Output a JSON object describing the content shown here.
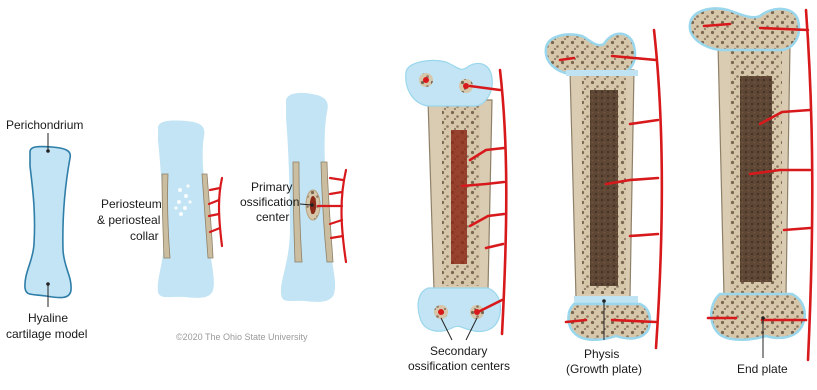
{
  "colors": {
    "cartilage": "#bfe3f3",
    "cartilage_edge": "#3a86ad",
    "bone_collar": "#d8ccb4",
    "bone_collar_edge": "#8f8068",
    "marrow": "#5a4535",
    "marrow_red": "#8c2a1a",
    "vessel": "#d8191c",
    "spongy": "#cdbba0",
    "halo": "#9ad7ec"
  },
  "labels": {
    "perichondrium": "Perichondrium",
    "hyaline_line1": "Hyaline",
    "hyaline_line2": "cartilage model",
    "periosteum_line1": "Periosteum",
    "periosteum_line2": "& periosteal",
    "periosteum_line3": "collar",
    "primary_line1": "Primary",
    "primary_line2": "ossification",
    "primary_line3": "center",
    "secondary_line1": "Secondary",
    "secondary_line2": "ossification centers",
    "physis_line1": "Physis",
    "physis_line2": "(Growth plate)",
    "endplate": "End plate",
    "copyright": "©2020 The Ohio State University"
  }
}
